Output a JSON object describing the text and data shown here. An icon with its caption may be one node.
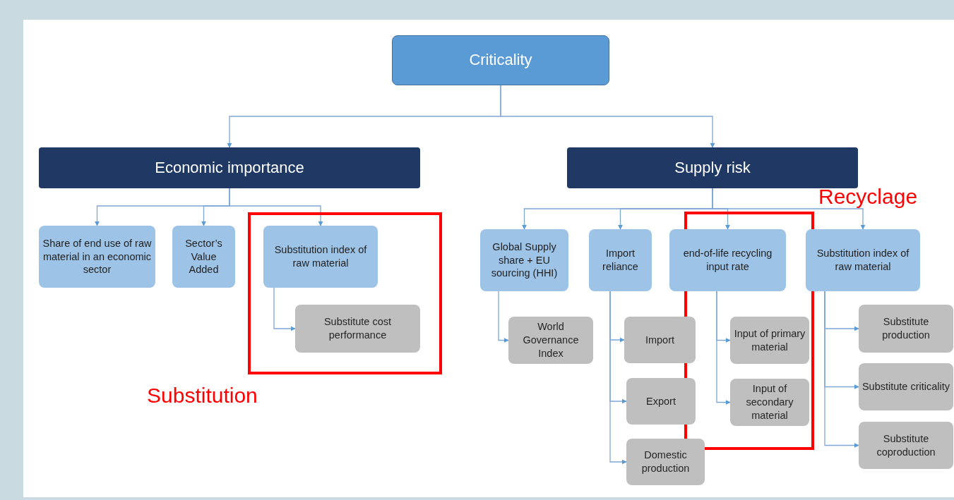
{
  "diagram": {
    "nodes": [
      {
        "text": [
          "Criticality"
        ]
      },
      {
        "text": [
          "Economic importance"
        ]
      },
      {
        "text": [
          "Supply risk"
        ]
      },
      {
        "text": [
          "Share of end use of raw material in an economic sector"
        ]
      },
      {
        "text": [
          "Sector’s Value Added"
        ]
      },
      {
        "text": [
          "Substitution index of raw material"
        ]
      },
      {
        "text": [
          "Substitute cost performance"
        ]
      },
      {
        "text": [
          "Global Supply share + EU sourcing (HHI)"
        ]
      },
      {
        "text": [
          "Import reliance"
        ]
      },
      {
        "text": [
          "end-of-life recycling input rate"
        ]
      },
      {
        "text": [
          "Substitution index of raw material"
        ]
      },
      {
        "text": [
          "World Governance Index"
        ]
      },
      {
        "text": [
          "Import"
        ]
      },
      {
        "text": [
          "Export"
        ]
      },
      {
        "text": [
          "Domestic production"
        ]
      },
      {
        "text": [
          "Input of primary material"
        ]
      },
      {
        "text": [
          "Input of secondary material"
        ]
      },
      {
        "text": [
          "Substitute production"
        ]
      },
      {
        "text": [
          "Substitute criticality"
        ]
      },
      {
        "text": [
          "Substitute coproduction"
        ]
      }
    ],
    "edges": [
      {
        "from": 0,
        "to": 1,
        "arrow": "to"
      },
      {
        "from": 0,
        "to": 2,
        "arrow": "to"
      },
      {
        "from": 1,
        "to": 3,
        "arrow": "to"
      },
      {
        "from": 1,
        "to": 4,
        "arrow": "to"
      },
      {
        "from": 1,
        "to": 5,
        "arrow": "to"
      },
      {
        "from": 5,
        "to": 6,
        "arrow": "to"
      },
      {
        "from": 2,
        "to": 7,
        "arrow": "to"
      },
      {
        "from": 2,
        "to": 8,
        "arrow": "to"
      },
      {
        "from": 2,
        "to": 9,
        "arrow": "to"
      },
      {
        "from": 2,
        "to": 10,
        "arrow": "to"
      },
      {
        "from": 7,
        "to": 11,
        "arrow": "to"
      },
      {
        "from": 8,
        "to": 12,
        "arrow": "to"
      },
      {
        "from": 8,
        "to": 13,
        "arrow": "to"
      },
      {
        "from": 8,
        "to": 14,
        "arrow": "to"
      },
      {
        "from": 9,
        "to": 15,
        "arrow": "to"
      },
      {
        "from": 9,
        "to": 16,
        "arrow": "to"
      },
      {
        "from": 10,
        "to": 17,
        "arrow": "to"
      },
      {
        "from": 10,
        "to": 18,
        "arrow": "to"
      },
      {
        "from": 10,
        "to": 19,
        "arrow": "to"
      }
    ],
    "labels": [
      "Recyclage",
      "Substitution"
    ]
  }
}
